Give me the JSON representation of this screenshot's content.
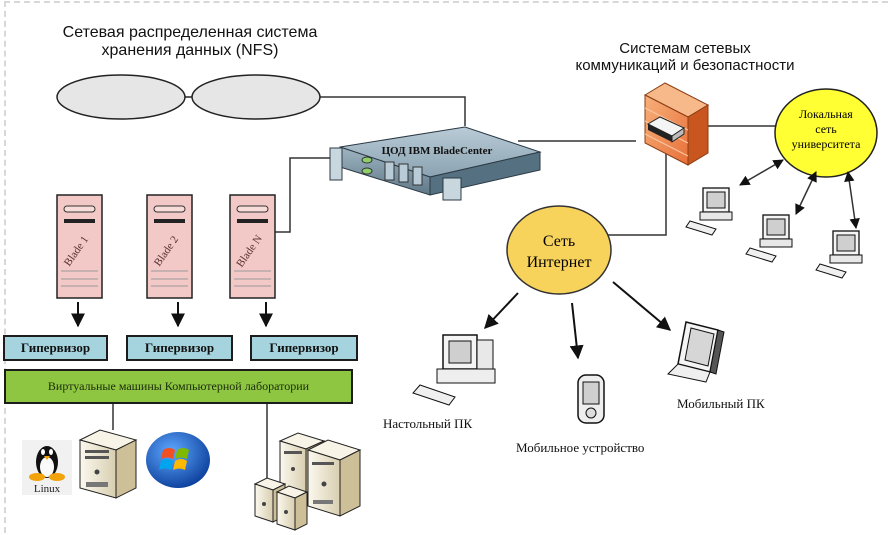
{
  "diagram": {
    "nfs_title": [
      "Сетевая распределенная система",
      "хранения данных (NFS)"
    ],
    "security_title": [
      "Системам сетевых",
      "коммуникаций и безопастности"
    ],
    "datacenter_label": "ЦОД IBM BladeCenter",
    "local_network_label": [
      "Локальная",
      "сеть",
      "университета"
    ],
    "internet_label": [
      "Сеть",
      "Интернет"
    ],
    "blades": [
      "Blade 1",
      "Blade 2",
      "Blade N"
    ],
    "hypervisors": [
      "Гипервизор",
      "Гипервизор",
      "Гипервизор"
    ],
    "vm_bar_label": "Виртуальные машины Компьютерной лаборатории",
    "linux_label": "Linux",
    "clients": {
      "desktop": "Настольный ПК",
      "mobile_device": "Мобильное устройство",
      "laptop": "Мобильный ПК"
    },
    "colors": {
      "nfs_disk": "#e6e6e6",
      "blade": "#f2c9c6",
      "hypervisor": "#a6d4de",
      "vm_bar": "#8ec641",
      "local_network": "#ffff33",
      "internet": "#f8d35c",
      "firewall": "#f08a4b",
      "server": "#8aa3b2"
    }
  }
}
